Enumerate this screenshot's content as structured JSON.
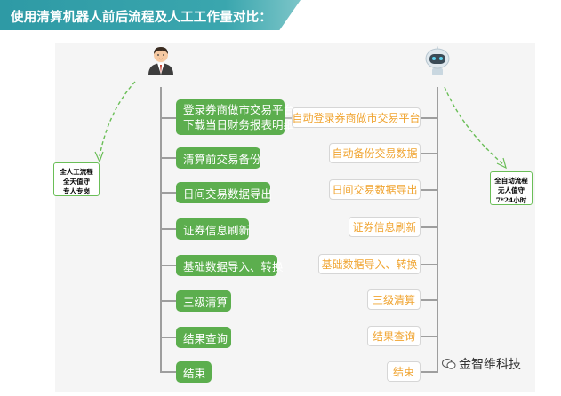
{
  "title": "使用清算机器人前后流程及人工工作量对比：",
  "manual_steps": [
    {
      "lines": [
        "登录券商做市交易平台",
        "下载当日财务报表明细"
      ]
    },
    {
      "lines": [
        "清算前交易备份"
      ]
    },
    {
      "lines": [
        "日间交易数据导出"
      ]
    },
    {
      "lines": [
        "证券信息刷新"
      ]
    },
    {
      "lines": [
        "基础数据导入、转换"
      ]
    },
    {
      "lines": [
        "三级清算"
      ]
    },
    {
      "lines": [
        "结果查询"
      ]
    },
    {
      "lines": [
        "结束"
      ]
    }
  ],
  "robot_steps": [
    "自动登录券商做市交易平台",
    "自动备份交易数据",
    "日间交易数据导出",
    "证券信息刷新",
    "基础数据导入、转换",
    "三级清算",
    "结果查询",
    "结束"
  ],
  "manual_note": [
    "全人工流程",
    "全天值守",
    "专人专岗"
  ],
  "robot_note": [
    "全自动流程",
    "无人值守",
    "7*24小时"
  ],
  "watermark": "金智维科技",
  "colors": {
    "green": "#5cae4e",
    "orange": "#f0a430",
    "teal": "#2e9aa5"
  },
  "icons": {
    "manual": "businessman-icon",
    "robot": "robot-icon",
    "watermark": "wechat-icon"
  }
}
